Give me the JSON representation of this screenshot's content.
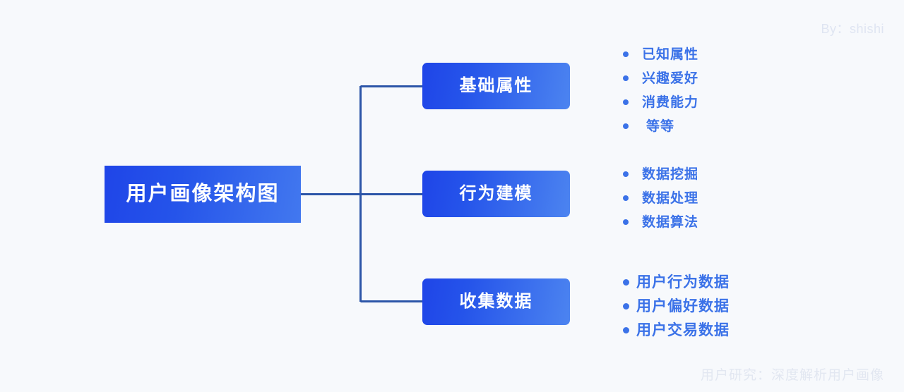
{
  "meta": {
    "credit": "By：shishi",
    "footer_caption": "用户研究：深度解析用户画像",
    "background_color": "#f7f9fc",
    "accent_color": "#1f45e8",
    "text_blue": "#3b72e8",
    "line_color": "#2c55a8"
  },
  "diagram": {
    "type": "tree",
    "root": {
      "label": "用户画像架构图"
    },
    "branches": [
      {
        "label": "基础属性",
        "items": [
          {
            "text": "已知属性",
            "indent": false
          },
          {
            "text": "兴趣爱好",
            "indent": false
          },
          {
            "text": "消费能力",
            "indent": false
          },
          {
            "text": "等等",
            "indent": true
          }
        ]
      },
      {
        "label": "行为建模",
        "items": [
          {
            "text": "数据挖掘",
            "indent": false
          },
          {
            "text": "数据处理",
            "indent": false
          },
          {
            "text": "数据算法",
            "indent": false
          }
        ]
      },
      {
        "label": "收集数据",
        "items": [
          {
            "text": "用户行为数据",
            "indent": false
          },
          {
            "text": "用户偏好数据",
            "indent": false
          },
          {
            "text": "用户交易数据",
            "indent": false
          }
        ]
      }
    ]
  }
}
